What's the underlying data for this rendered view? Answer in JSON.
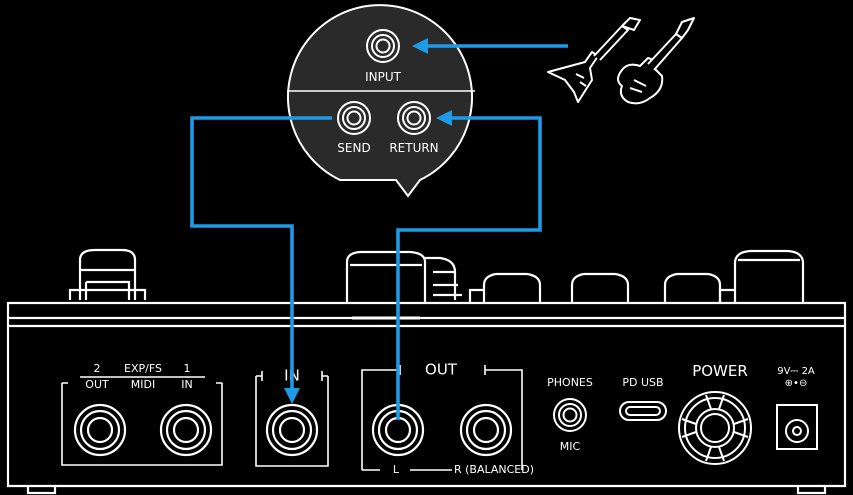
{
  "bubble": {
    "input_label": "INPUT",
    "send_label": "SEND",
    "return_label": "RETURN"
  },
  "device": {
    "exp_left_num": "2",
    "exp_center": "EXP/FS",
    "exp_right_num": "1",
    "exp_out": "OUT",
    "exp_midi": "MIDI",
    "exp_in": "IN",
    "in_label": "IN",
    "out_label": "OUT",
    "out_left": "L",
    "out_right": "R (BALANCED)",
    "phones_label": "PHONES",
    "mic_label": "MIC",
    "pdusb_label": "PD USB",
    "power_label": "POWER",
    "dc_rating": "9V⎓ 2A",
    "dc_polarity": "⊕•⊖"
  },
  "colors": {
    "background": "#000000",
    "outline": "#ffffff",
    "cable": "#1e9ae6",
    "bubble_fill": "#2a2a2a"
  },
  "icons": [
    "flying-v-guitar-icon",
    "strat-guitar-icon",
    "jack-icon",
    "usb-c-icon",
    "power-button-icon",
    "dc-jack-icon"
  ]
}
